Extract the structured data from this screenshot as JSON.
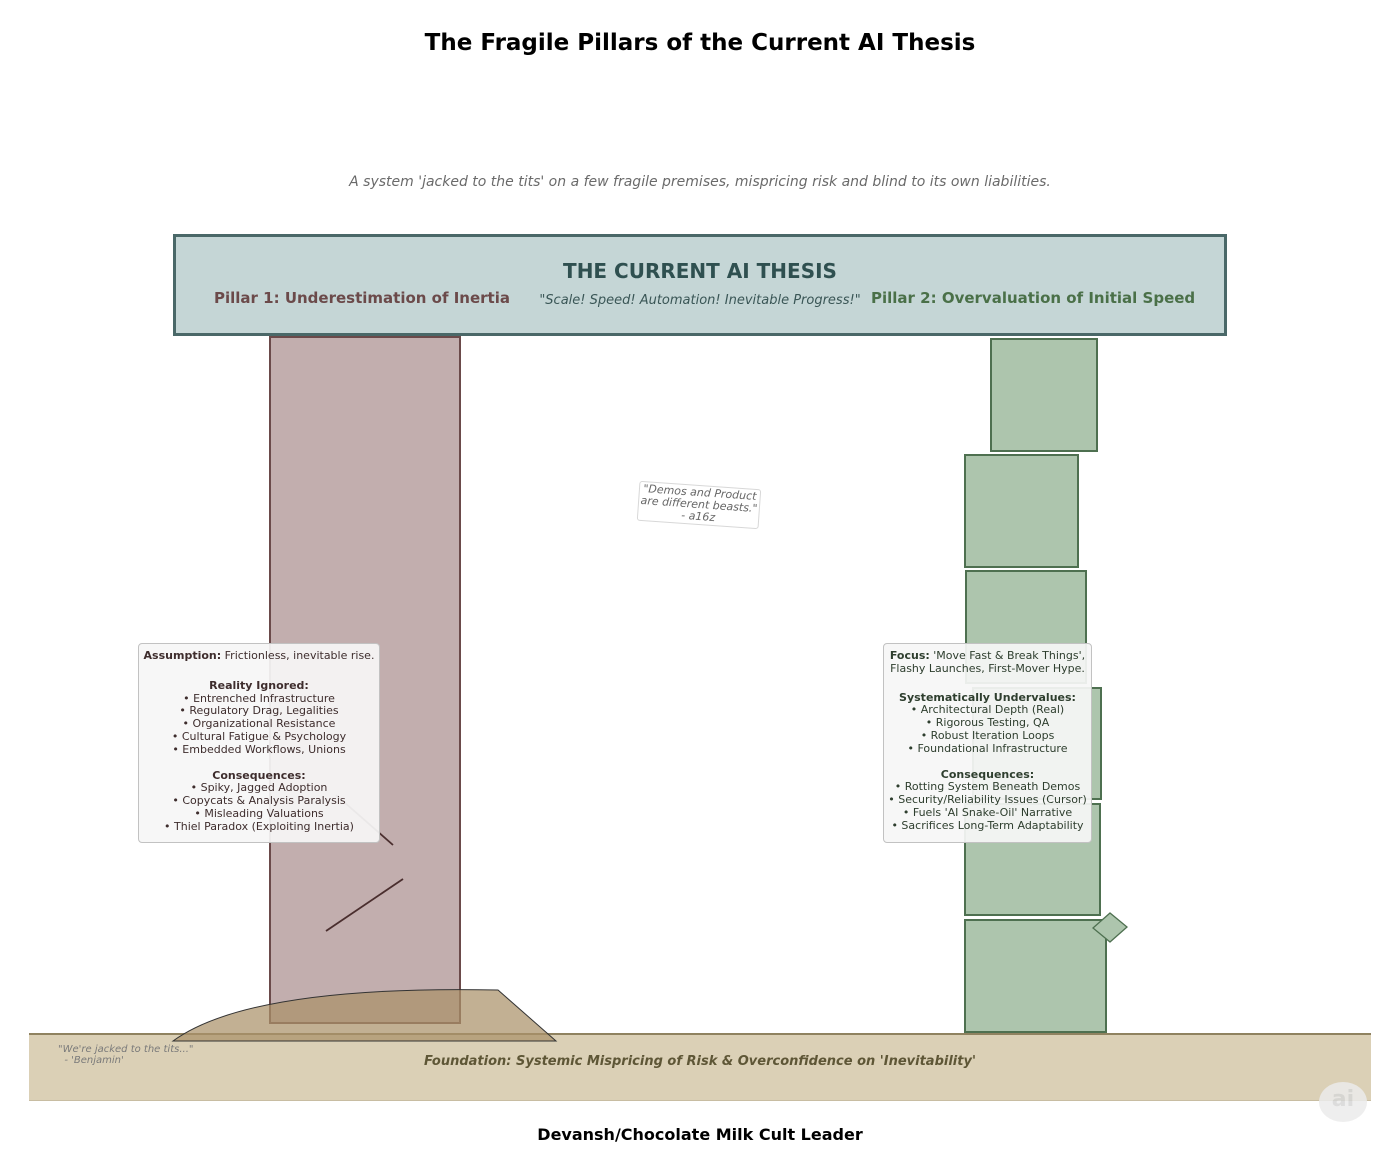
{
  "title": "The Fragile Pillars of the Current AI Thesis",
  "subtitle": "A system 'jacked to the tits' on a few fragile premises, mispricing risk and blind to its own liabilities.",
  "beam": {
    "title": "THE CURRENT AI THESIS",
    "tagline": "\"Scale! Speed! Automation! Inevitable Progress!\""
  },
  "pillar1": {
    "label": "Pillar 1: Underestimation of Inertia",
    "assumption_label": "Assumption:",
    "assumption": "Frictionless, inevitable rise.",
    "reality_label": "Reality Ignored:",
    "reality_items": [
      "• Entrenched Infrastructure",
      "• Regulatory Drag, Legalities",
      "• Organizational Resistance",
      "• Cultural Fatigue & Psychology",
      "• Embedded Workflows, Unions"
    ],
    "consequences_label": "Consequences:",
    "consequences": [
      "• Spiky, Jagged Adoption",
      "• Copycats & Analysis Paralysis",
      "• Misleading Valuations",
      "• Thiel Paradox (Exploiting Inertia)"
    ]
  },
  "pillar2": {
    "label": "Pillar 2: Overvaluation of Initial Speed",
    "focus_label": "Focus:",
    "focus_line1": "'Move Fast & Break Things',",
    "focus_line2": "Flashy Launches, First-Mover Hype.",
    "undervalues_label": "Systematically Undervalues:",
    "undervalues": [
      "• Architectural Depth (Real)",
      "• Rigorous Testing, QA",
      "• Robust Iteration Loops",
      "• Foundational Infrastructure"
    ],
    "consequences_label": "Consequences:",
    "consequences": [
      "• Rotting System Beneath Demos",
      "• Security/Reliability Issues (Cursor)",
      "• Fuels 'AI Snake-Oil' Narrative",
      "• Sacrifices Long-Term Adaptability"
    ]
  },
  "note": {
    "line1": "\"Demos and Product",
    "line2": "are different beasts.\"",
    "line3": "- a16z"
  },
  "foundation": {
    "label": "Foundation: Systemic Mispricing of Risk & Overconfidence on 'Inevitability'",
    "quote": "\"We're jacked to the tits...\"\n  - 'Benjamin'"
  },
  "credit": "Devansh/Chocolate Milk Cult Leader",
  "logo_text": "ai",
  "colors": {
    "beam_fill": "#c5d6d6",
    "pillar1_fill": "#c2aeae",
    "pillar2_fill": "#adc5ad",
    "foundation_fill": "#dbd0b6"
  }
}
